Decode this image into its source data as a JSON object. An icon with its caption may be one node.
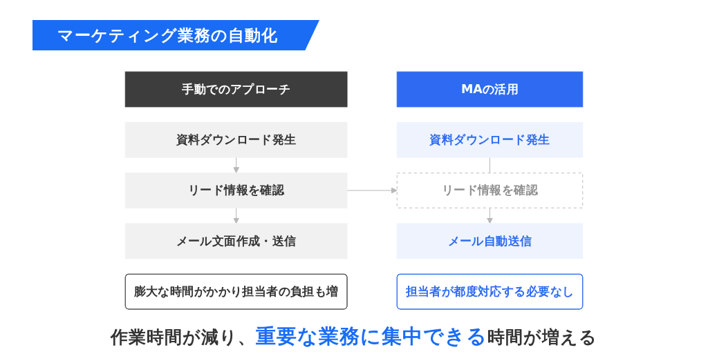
{
  "diagram": {
    "title": "マーケティング業務の自動化",
    "caption": "作業時間が減り、**重要な業務に集中できる**時間が増える",
    "nodes": [
      {
        "text": [
          "手動でのアプローチ"
        ]
      },
      {
        "text": [
          "資料ダウンロード発生"
        ]
      },
      {
        "text": [
          "リード情報を確認"
        ]
      },
      {
        "text": [
          "メール文面作成・送信"
        ]
      },
      {
        "text": [
          "膨大な時間がかかり担当者の負担も増"
        ]
      },
      {
        "text": [
          "MAの活用"
        ]
      },
      {
        "text": [
          "資料ダウンロード発生"
        ]
      },
      {
        "text": [
          "リード情報を確認"
        ]
      },
      {
        "text": [
          "メール自動送信"
        ]
      },
      {
        "text": [
          "担当者が都度対応する必要なし"
        ]
      }
    ],
    "edges": [
      {
        "from": 1,
        "to": 2,
        "arrow": "to"
      },
      {
        "from": 2,
        "to": 3,
        "arrow": "to"
      },
      {
        "from": 6,
        "to": 7,
        "arrow": "none"
      },
      {
        "from": 7,
        "to": 8,
        "arrow": "to"
      },
      {
        "from": 2,
        "to": 7,
        "arrow": "to"
      }
    ]
  }
}
